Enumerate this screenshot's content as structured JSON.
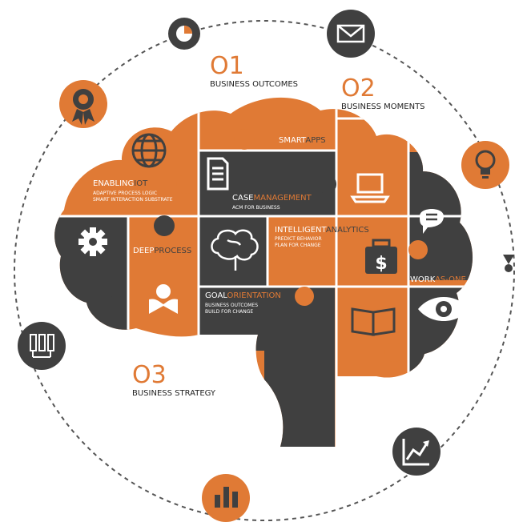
{
  "colors": {
    "orange": "#E07A35",
    "dark": "#404040",
    "white": "#ffffff",
    "text": "#222222"
  },
  "sections": [
    {
      "number": "O1",
      "title": "BUSINESS OUTCOMES"
    },
    {
      "number": "O2",
      "title": "BUSINESS MOMENTS"
    },
    {
      "number": "O3",
      "title": "BUSINESS STRATEGY"
    }
  ],
  "pieces": {
    "smart_apps": {
      "word1": "SMART",
      "word2": "APPS"
    },
    "enabling_iot": {
      "word1": "ENABLING",
      "word2": "IOT",
      "sub1": "ADAPTIVE PROCESS LOGIC",
      "sub2": "SMART INTERACTION SUBSTRATE"
    },
    "case_management": {
      "word1": "CASE",
      "word2": "MANAGEMENT",
      "sub1": "ACM FOR BUSINESS"
    },
    "intelligent_analytics": {
      "word1": "INTELLIGENT",
      "word2": "ANALYTICS",
      "sub1": "PREDICT BEHAVIOR",
      "sub2": "PLAN FOR CHANGE"
    },
    "deep_process": {
      "word1": "DEEP",
      "word2": "PROCESS"
    },
    "goal_orientation": {
      "word1": "GOAL",
      "word2": "ORIENTATION",
      "sub1": "BUSINESS OUTCOMES",
      "sub2": "BUILD FOR CHANGE"
    },
    "work_as_one": {
      "word1": "WORK",
      "word2": "AS-ONE"
    }
  },
  "ring_icons": [
    "pie-chart-icon",
    "envelope-icon",
    "award-ribbon-icon",
    "lightbulb-icon",
    "server-rack-icon",
    "line-graph-icon",
    "bar-chart-icon"
  ]
}
